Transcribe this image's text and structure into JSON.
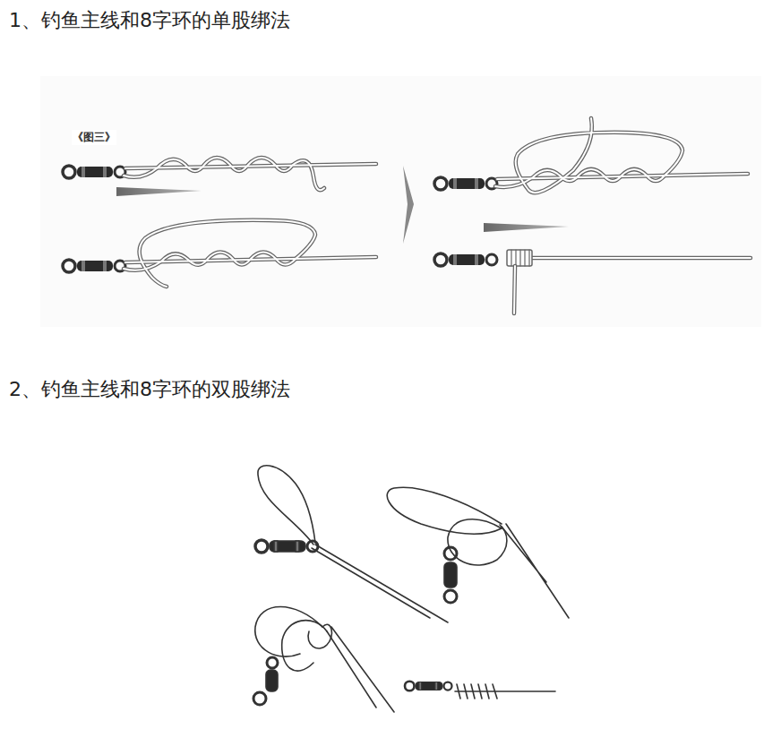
{
  "diagram": {
    "labels": [
      "1、钓鱼主线和8字环的单股绑法",
      "《图三》",
      "2、钓鱼主线和8字环的双股绑法"
    ]
  }
}
